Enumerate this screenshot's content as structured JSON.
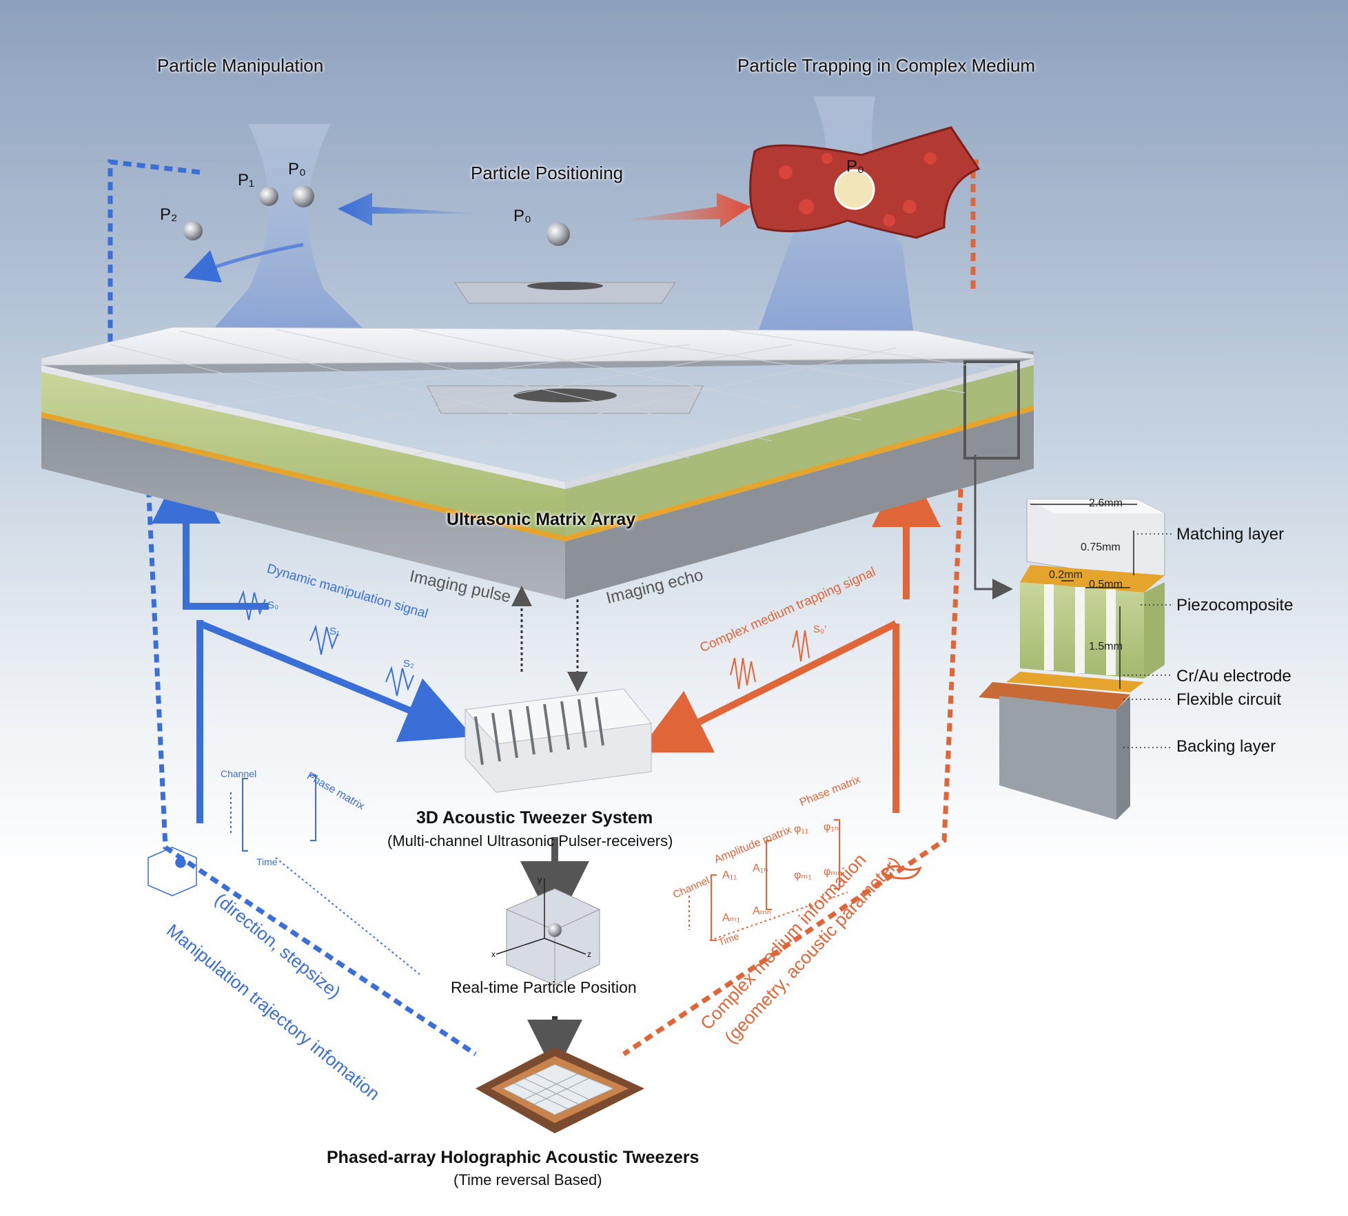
{
  "sections": {
    "manipulation": "Particle Manipulation",
    "trapping": "Particle Trapping in Complex Medium",
    "positioning": "Particle Positioning"
  },
  "particles": {
    "p0_left": "P₀",
    "p1": "P₁",
    "p2": "P₂",
    "p0_center": "P₀",
    "p0_vessel": "P₀"
  },
  "array_label": "Ultrasonic Matrix Array",
  "imaging": {
    "pulse": "Imaging pulse",
    "echo": "Imaging echo"
  },
  "signals": {
    "dynamic": "Dynamic manipulation signal",
    "complex": "Complex medium trapping signal",
    "s0": "S₀",
    "s1": "S₁",
    "s2": "S₂",
    "s_trap": "S₀'"
  },
  "system": {
    "title": "3D Acoustic Tweezer System",
    "subtitle": "(Multi-channel Ultrasonic Pulser-receivers)"
  },
  "matrices": {
    "channel_left": "Channel",
    "phase_left": "Phase matrix",
    "time_left": "Time",
    "channel_right": "Channel",
    "amplitude": "Amplitude matrix",
    "phase_right": "Phase matrix",
    "time_right": "Time",
    "m_a11": "A₁₁",
    "m_a1n": "A₁ₙ",
    "m_am1": "Aₘ₁",
    "m_amn": "Aₘₙ",
    "m_p11": "φ₁₁",
    "m_p1n": "φ₁ₙ",
    "m_pm1": "φₘ₁",
    "m_pmn": "φₘₙ"
  },
  "real_time": "Real-time Particle Position",
  "axes": {
    "x": "x",
    "y": "y",
    "z": "z"
  },
  "trajectory": {
    "line1": "Manipulation trajectory infomation",
    "line2": "(direction, stepsize)"
  },
  "medium": {
    "line1": "Complex medium information",
    "line2": "(geometry, acoustic parameter)"
  },
  "bottom": {
    "title": "Phased-array Holographic Acoustic Tweezers",
    "subtitle": "(Time reversal Based)"
  },
  "layers": {
    "matching": "Matching layer",
    "piezo": "Piezocomposite",
    "electrode": "Cr/Au electrode",
    "flex": "Flexible circuit",
    "backing": "Backing layer"
  },
  "dims": {
    "width": "2.6mm",
    "matching_h": "0.75mm",
    "kerf": "0.2mm",
    "pillar": "0.5mm",
    "piezo_h": "1.5mm"
  },
  "colors": {
    "blue": "#3a6fd8",
    "orange": "#e0663a",
    "green": "#b7c98a",
    "gold": "#e5a52c"
  }
}
